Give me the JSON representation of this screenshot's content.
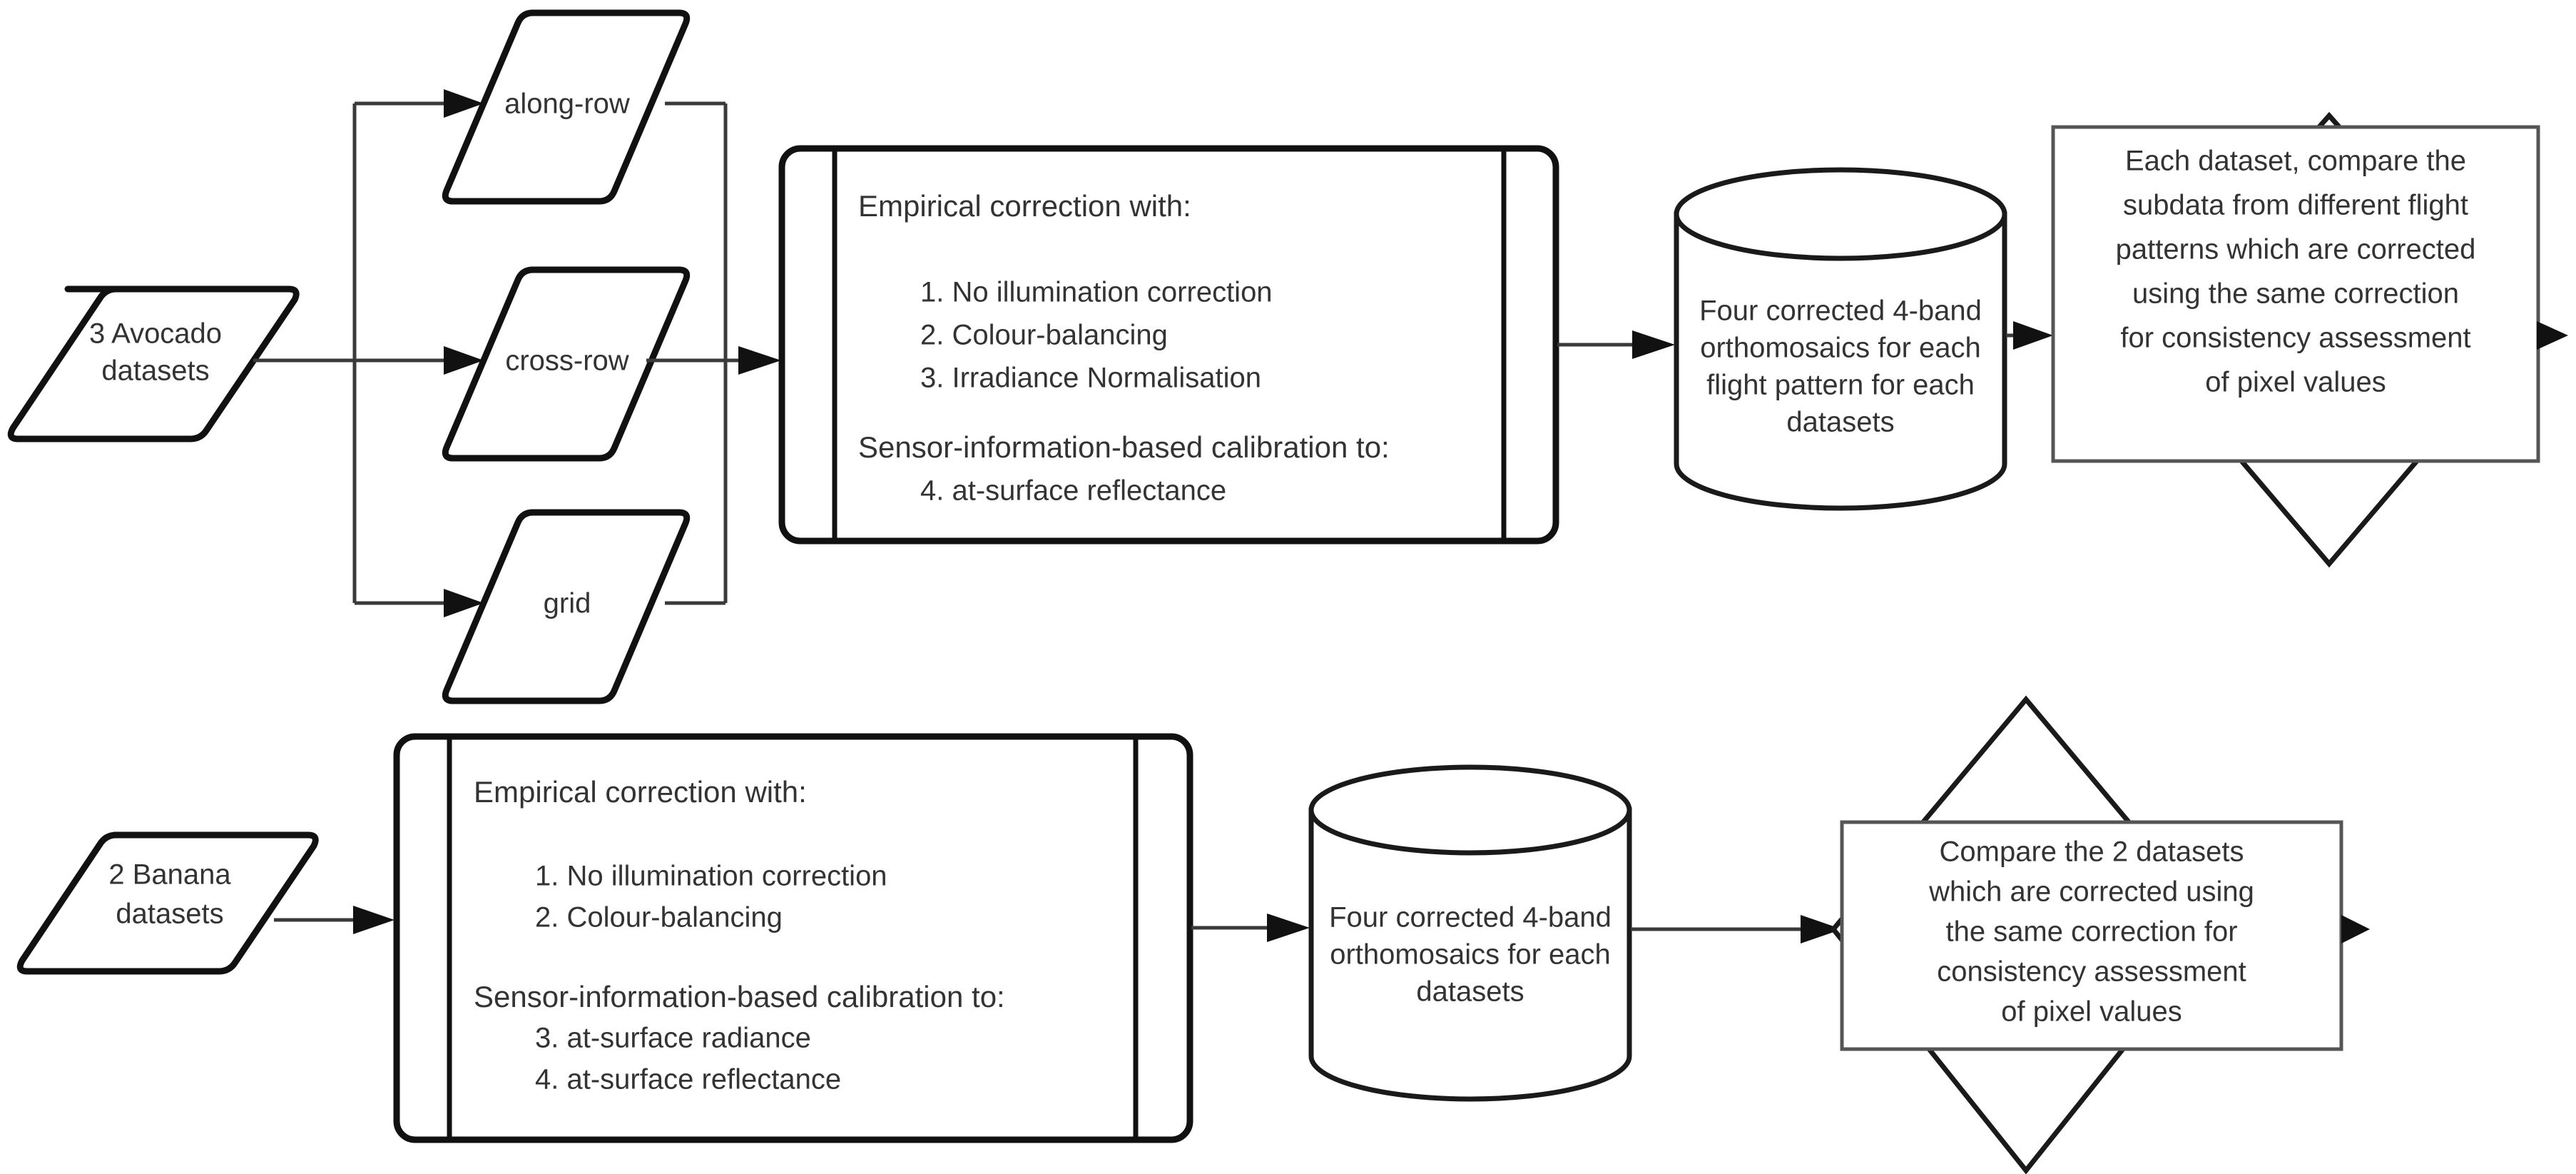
{
  "diagram": {
    "title": "Multispectral UAV image correction and consistency assessment workflow",
    "type": "flowchart",
    "background_color": "#ffffff",
    "stroke_color": "#111111",
    "text_color": "#333333"
  },
  "rows": {
    "avocado": {
      "source": {
        "shape": "parallelogram",
        "lines": [
          "3 Avocado",
          "datasets"
        ]
      },
      "flight_patterns": [
        {
          "shape": "parallelogram",
          "label": "along-row"
        },
        {
          "shape": "parallelogram",
          "label": "cross-row"
        },
        {
          "shape": "parallelogram",
          "label": "grid"
        }
      ],
      "process": {
        "shape": "predefined-process",
        "heading_1": "Empirical correction with:",
        "items_1": [
          "1. No illumination correction",
          "2. Colour-balancing",
          "3. Irradiance Normalisation"
        ],
        "heading_2": "Sensor-information-based calibration to:",
        "items_2": [
          "4. at-surface reflectance"
        ]
      },
      "storage": {
        "shape": "cylinder",
        "lines": [
          "Four corrected 4-band",
          "orthomosaics for each",
          "flight pattern for each",
          "datasets"
        ]
      },
      "outcome": {
        "shape": "diamond-with-rectangle",
        "lines": [
          "Each dataset, compare the",
          "subdata from different flight",
          "patterns which are corrected",
          "using the same correction",
          "for consistency assessment",
          "of pixel values"
        ]
      }
    },
    "banana": {
      "source": {
        "shape": "parallelogram",
        "lines": [
          "2 Banana",
          "datasets"
        ]
      },
      "process": {
        "shape": "predefined-process",
        "heading_1": "Empirical correction with:",
        "items_1": [
          "1. No illumination correction",
          "2. Colour-balancing"
        ],
        "heading_2": "Sensor-information-based calibration to:",
        "items_2": [
          "3. at-surface radiance",
          "4. at-surface reflectance"
        ]
      },
      "storage": {
        "shape": "cylinder",
        "lines": [
          "Four corrected 4-band",
          "orthomosaics for each",
          "datasets"
        ]
      },
      "outcome": {
        "shape": "diamond-with-rectangle",
        "lines": [
          "Compare the 2 datasets",
          "which are corrected using",
          "the same correction for",
          "consistency assessment",
          "of pixel values"
        ]
      }
    }
  }
}
